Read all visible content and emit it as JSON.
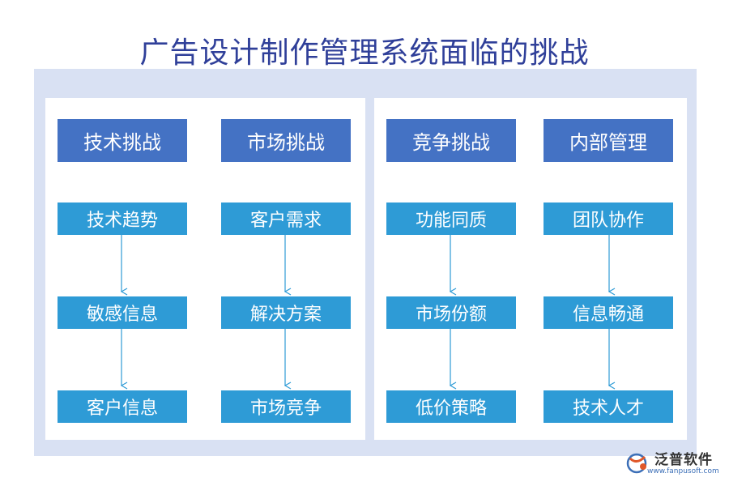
{
  "title": "广告设计制作管理系统面临的挑战",
  "columns": [
    {
      "header": "技术挑战",
      "items": [
        "技术趋势",
        "敏感信息",
        "客户信息"
      ]
    },
    {
      "header": "市场挑战",
      "items": [
        "客户需求",
        "解决方案",
        "市场竞争"
      ]
    },
    {
      "header": "竞争挑战",
      "items": [
        "功能同质",
        "市场份额",
        "低价策略"
      ]
    },
    {
      "header": "内部管理",
      "items": [
        "团队协作",
        "信息畅通",
        "技术人才"
      ]
    }
  ],
  "logo": {
    "name": "泛普软件",
    "url": "www.fanpusoft.com"
  },
  "colors": {
    "title": "#2f3f99",
    "header": "#4472c4",
    "item": "#2e9bd6",
    "outer": "#d9e1f3",
    "arrow": "#2e9bd6"
  }
}
